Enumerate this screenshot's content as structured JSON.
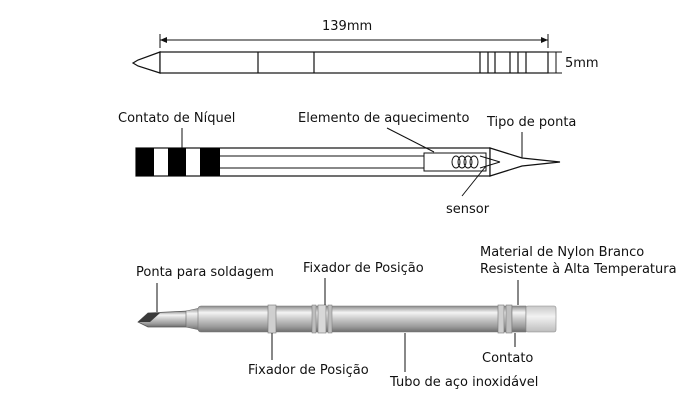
{
  "diagram1": {
    "length_label": "139mm",
    "diameter_label": "5mm"
  },
  "diagram2": {
    "contact_label": "Contato de Níquel",
    "heating_element_label": "Elemento de aquecimento",
    "tip_type_label": "Tipo de ponta",
    "sensor_label": "sensor"
  },
  "diagram3": {
    "solder_tip_label": "Ponta para soldagem",
    "position_fixer_top_label": "Fixador de Posição",
    "nylon_line1": "Material de Nylon Branco",
    "nylon_line2": "Resistente à Alta Temperatura",
    "position_fixer_bottom_label": "Fixador de Posição",
    "steel_tube_label": "Tubo de aço inoxidável",
    "contact_label": "Contato"
  },
  "colors": {
    "ink": "#111111",
    "steel_light": "#eeeeee",
    "steel_mid": "#b8b8b8",
    "steel_dark": "#7a7a7a",
    "nylon": "#e6e6e6"
  }
}
